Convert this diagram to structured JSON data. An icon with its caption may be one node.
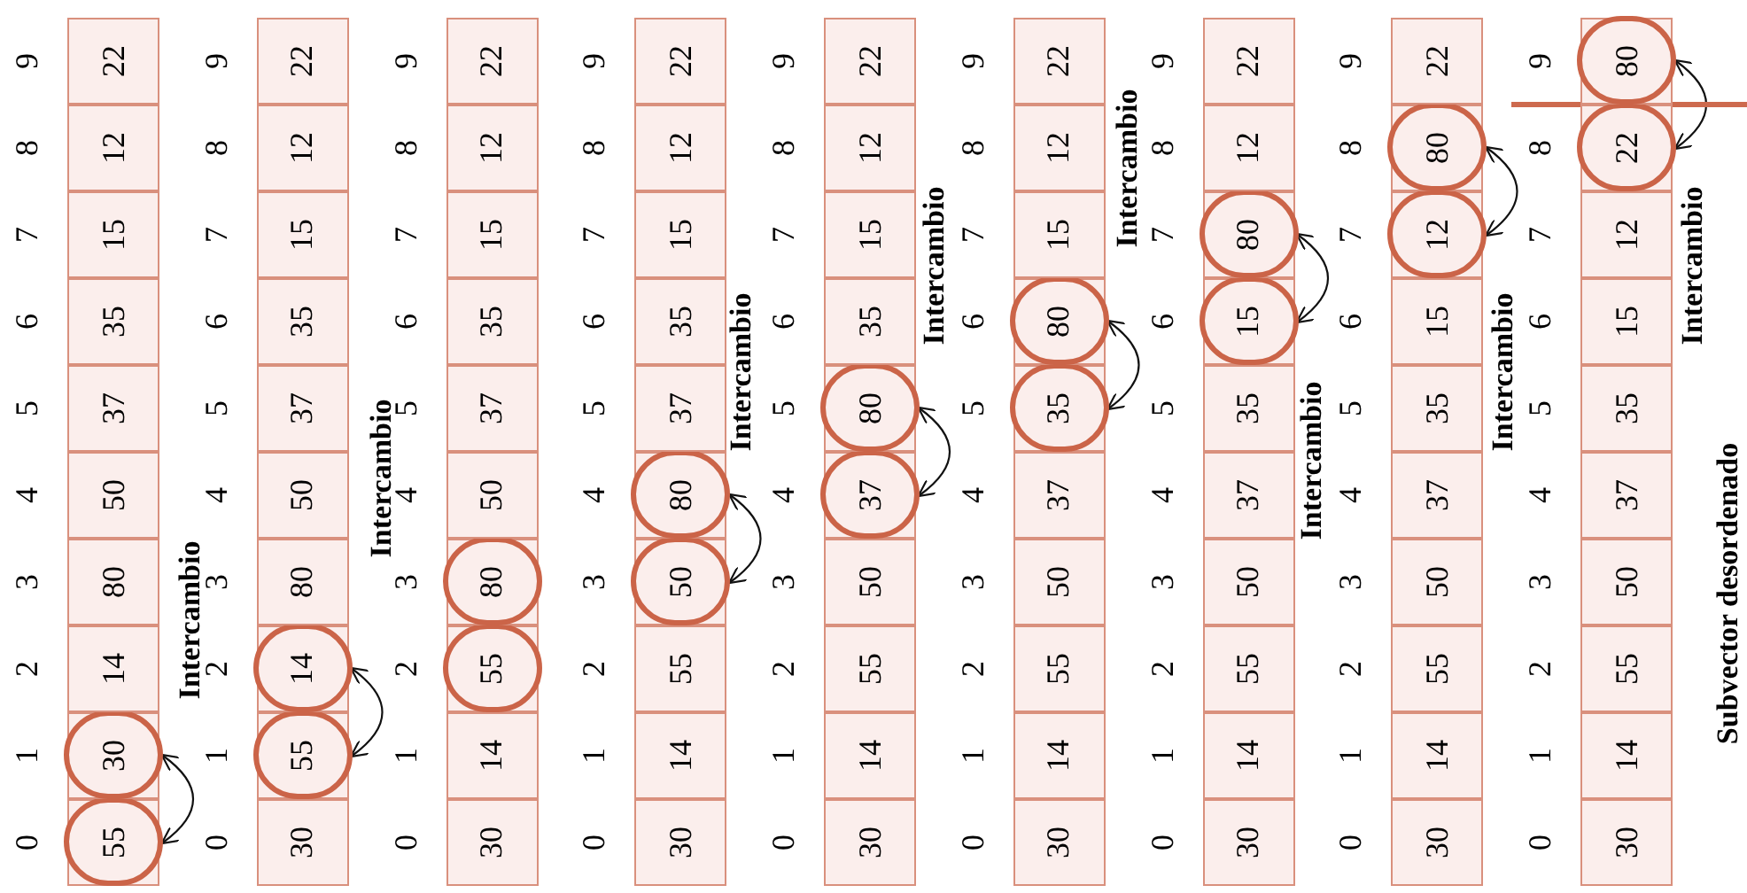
{
  "diagram": {
    "nodes": [
      {
        "text": [
          "55"
        ]
      },
      {
        "text": [
          "30"
        ]
      },
      {
        "text": [
          "14"
        ]
      },
      {
        "text": [
          "80"
        ]
      },
      {
        "text": [
          "50"
        ]
      },
      {
        "text": [
          "37"
        ]
      },
      {
        "text": [
          "35"
        ]
      },
      {
        "text": [
          "15"
        ]
      },
      {
        "text": [
          "12"
        ]
      },
      {
        "text": [
          "22"
        ]
      },
      {
        "text": [
          "30"
        ]
      },
      {
        "text": [
          "55"
        ]
      },
      {
        "text": [
          "14"
        ]
      },
      {
        "text": [
          "80"
        ]
      },
      {
        "text": [
          "50"
        ]
      },
      {
        "text": [
          "37"
        ]
      },
      {
        "text": [
          "35"
        ]
      },
      {
        "text": [
          "15"
        ]
      },
      {
        "text": [
          "12"
        ]
      },
      {
        "text": [
          "22"
        ]
      },
      {
        "text": [
          "30"
        ]
      },
      {
        "text": [
          "14"
        ]
      },
      {
        "text": [
          "55"
        ]
      },
      {
        "text": [
          "80"
        ]
      },
      {
        "text": [
          "50"
        ]
      },
      {
        "text": [
          "37"
        ]
      },
      {
        "text": [
          "35"
        ]
      },
      {
        "text": [
          "15"
        ]
      },
      {
        "text": [
          "12"
        ]
      },
      {
        "text": [
          "22"
        ]
      },
      {
        "text": [
          "30"
        ]
      },
      {
        "text": [
          "14"
        ]
      },
      {
        "text": [
          "55"
        ]
      },
      {
        "text": [
          "50"
        ]
      },
      {
        "text": [
          "80"
        ]
      },
      {
        "text": [
          "37"
        ]
      },
      {
        "text": [
          "35"
        ]
      },
      {
        "text": [
          "15"
        ]
      },
      {
        "text": [
          "12"
        ]
      },
      {
        "text": [
          "22"
        ]
      },
      {
        "text": [
          "30"
        ]
      },
      {
        "text": [
          "14"
        ]
      },
      {
        "text": [
          "55"
        ]
      },
      {
        "text": [
          "50"
        ]
      },
      {
        "text": [
          "37"
        ]
      },
      {
        "text": [
          "80"
        ]
      },
      {
        "text": [
          "35"
        ]
      },
      {
        "text": [
          "15"
        ]
      },
      {
        "text": [
          "12"
        ]
      },
      {
        "text": [
          "22"
        ]
      },
      {
        "text": [
          "30"
        ]
      },
      {
        "text": [
          "14"
        ]
      },
      {
        "text": [
          "55"
        ]
      },
      {
        "text": [
          "50"
        ]
      },
      {
        "text": [
          "37"
        ]
      },
      {
        "text": [
          "35"
        ]
      },
      {
        "text": [
          "80"
        ]
      },
      {
        "text": [
          "15"
        ]
      },
      {
        "text": [
          "12"
        ]
      },
      {
        "text": [
          "22"
        ]
      },
      {
        "text": [
          "30"
        ]
      },
      {
        "text": [
          "14"
        ]
      },
      {
        "text": [
          "55"
        ]
      },
      {
        "text": [
          "50"
        ]
      },
      {
        "text": [
          "37"
        ]
      },
      {
        "text": [
          "35"
        ]
      },
      {
        "text": [
          "15"
        ]
      },
      {
        "text": [
          "80"
        ]
      },
      {
        "text": [
          "12"
        ]
      },
      {
        "text": [
          "22"
        ]
      },
      {
        "text": [
          "30"
        ]
      },
      {
        "text": [
          "14"
        ]
      },
      {
        "text": [
          "55"
        ]
      },
      {
        "text": [
          "50"
        ]
      },
      {
        "text": [
          "37"
        ]
      },
      {
        "text": [
          "35"
        ]
      },
      {
        "text": [
          "15"
        ]
      },
      {
        "text": [
          "12"
        ]
      },
      {
        "text": [
          "80"
        ]
      },
      {
        "text": [
          "22"
        ]
      },
      {
        "text": [
          "30"
        ]
      },
      {
        "text": [
          "14"
        ]
      },
      {
        "text": [
          "55"
        ]
      },
      {
        "text": [
          "50"
        ]
      },
      {
        "text": [
          "37"
        ]
      },
      {
        "text": [
          "35"
        ]
      },
      {
        "text": [
          "15"
        ]
      },
      {
        "text": [
          "12"
        ]
      },
      {
        "text": [
          "22"
        ]
      },
      {
        "text": [
          "80"
        ]
      }
    ],
    "edges": [
      {
        "from": 0,
        "to": 1,
        "arrow": "both"
      },
      {
        "from": 11,
        "to": 12,
        "arrow": "both"
      },
      {
        "from": 33,
        "to": 34,
        "arrow": "both"
      },
      {
        "from": 44,
        "to": 45,
        "arrow": "both"
      },
      {
        "from": 55,
        "to": 56,
        "arrow": "both"
      },
      {
        "from": 66,
        "to": 67,
        "arrow": "both"
      },
      {
        "from": 77,
        "to": 78,
        "arrow": "both"
      },
      {
        "from": 88,
        "to": 89,
        "arrow": "both"
      }
    ],
    "labels": [
      "0",
      "1",
      "2",
      "3",
      "4",
      "5",
      "6",
      "7",
      "8",
      "9",
      "Intercambio",
      "0",
      "1",
      "2",
      "3",
      "4",
      "5",
      "6",
      "7",
      "8",
      "9",
      "Intercambio",
      "0",
      "1",
      "2",
      "3",
      "4",
      "5",
      "6",
      "7",
      "8",
      "9",
      "0",
      "1",
      "2",
      "3",
      "4",
      "5",
      "6",
      "7",
      "8",
      "9",
      "Intercambio",
      "0",
      "1",
      "2",
      "3",
      "4",
      "5",
      "6",
      "7",
      "8",
      "9",
      "Intercambio",
      "0",
      "1",
      "2",
      "3",
      "4",
      "5",
      "6",
      "7",
      "8",
      "9",
      "Intercambio",
      "0",
      "1",
      "2",
      "3",
      "4",
      "5",
      "6",
      "7",
      "8",
      "9",
      "Intercambio",
      "0",
      "1",
      "2",
      "3",
      "4",
      "5",
      "6",
      "7",
      "8",
      "9",
      "Intercambio",
      "0",
      "1",
      "2",
      "3",
      "4",
      "5",
      "6",
      "7",
      "8",
      "9",
      "Intercambio",
      "Subvector desordenado"
    ]
  }
}
